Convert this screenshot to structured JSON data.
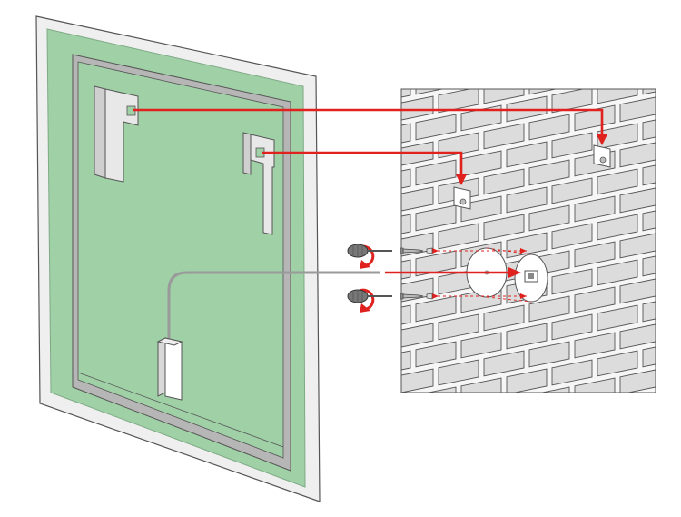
{
  "diagram": {
    "kind": "mirror-wall-mounting-instructions",
    "colors": {
      "frame_outer": "#efefef",
      "back_panel": "#9fd0a6",
      "back_panel_stroke": "#7faa86",
      "inner_frame": "#b6b6b6",
      "outline": "#555555",
      "bracket_fill": "#e8e8e8",
      "brick_fill": "#dcdcdc",
      "mortar": "#f6f6f6",
      "arrow_red": "#e0221f",
      "cable": "#9a9a9a",
      "white": "#ffffff"
    },
    "parts": {
      "mirror": "mirror-back",
      "brackets_on_mirror": 2,
      "wall_hooks": 2,
      "screw_sets": 2,
      "junction_box": "led-driver-box",
      "wall_plate": "round-cover-plate"
    },
    "icons": [
      "rotate-clockwise-icon",
      "screwdriver-icon",
      "screw-icon",
      "wall-plug-icon"
    ]
  }
}
